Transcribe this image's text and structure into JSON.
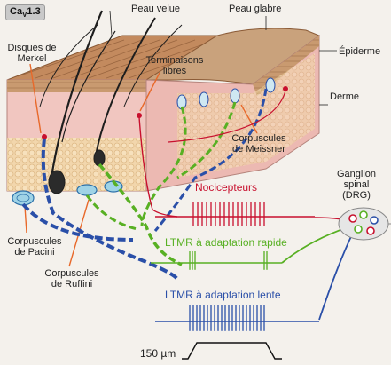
{
  "badge": {
    "prefix": "Ca",
    "sub": "V",
    "suffix": "1.3"
  },
  "labels": {
    "hairy_skin": "Peau velue",
    "glabrous_skin": "Peau glabre",
    "epidermis": "Épiderme",
    "dermis": "Derme",
    "merkel_l1": "Disques de",
    "merkel_l2": "Merkel",
    "free_endings_l1": "Terminaisons",
    "free_endings_l2": "libres",
    "meissner_l1": "Corpuscules",
    "meissner_l2": "de Meissner",
    "pacini_l1": "Corpuscules",
    "pacini_l2": "de Pacini",
    "ruffini_l1": "Corpuscules",
    "ruffini_l2": "de Ruffini",
    "ganglion_l1": "Ganglion",
    "ganglion_l2": "spinal",
    "ganglion_l3": "(DRG)",
    "nociceptors": "Nocicepteurs",
    "ltmr_fast": "LTMR à adaptation rapide",
    "ltmr_slow": "LTMR à adaptation lente",
    "scale": "150 µm"
  },
  "colors": {
    "nociceptor": "#c8102e",
    "ltmr_fast": "#58b023",
    "ltmr_slow": "#2a4fa8",
    "skin": "#f1c6c0",
    "epidermis_top": "#b07a52",
    "background": "#f4f1ec"
  },
  "icons": {
    "hair": "hair-follicle-icon",
    "ganglion": "ganglion-cell-icon"
  }
}
